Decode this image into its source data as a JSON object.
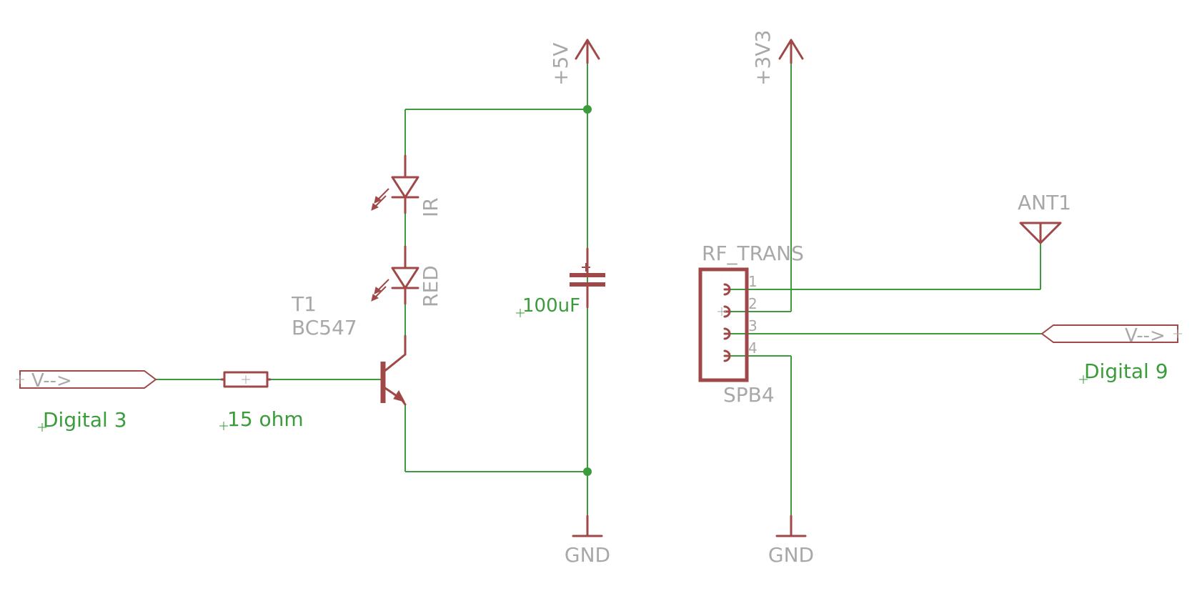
{
  "schematic": {
    "supply_5v": "+5V",
    "supply_3v3": "+3V3",
    "gnd_left": "GND",
    "gnd_right": "GND",
    "led_ir": "IR",
    "led_red": "RED",
    "transistor_name": "T1",
    "transistor_value": "BC547",
    "resistor_value": "15 ohm",
    "capacitor_value": "100uF",
    "left_port_arrow": "V-->",
    "left_port_label": "Digital 3",
    "right_port_arrow": "V-->",
    "right_port_label": "Digital 9",
    "connector_name": "RF_TRANS",
    "connector_value": "SPB4",
    "pin1": "1",
    "pin2": "2",
    "pin3": "3",
    "pin4": "4",
    "antenna_name": "ANT1"
  },
  "colors": {
    "wire": "#3a9c3a",
    "part": "#a04848",
    "label": "#a8a8a8"
  }
}
